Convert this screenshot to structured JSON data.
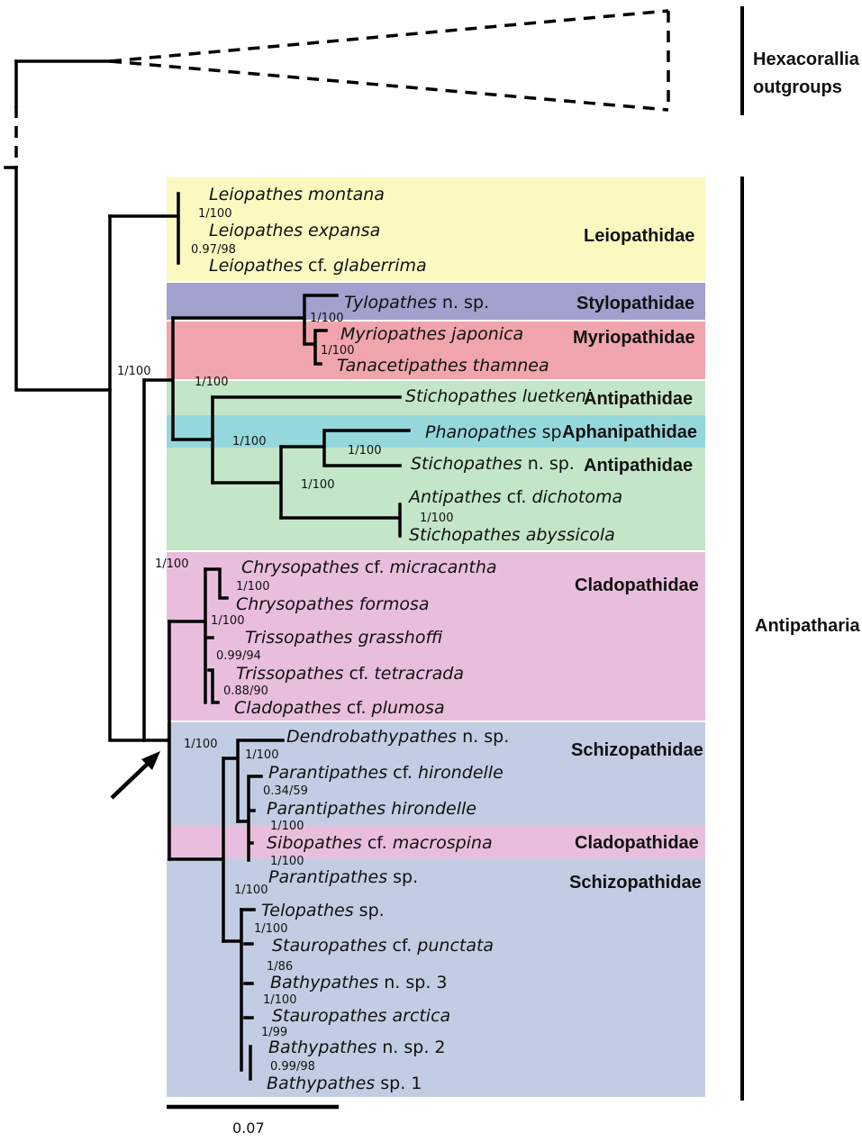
{
  "groups": {
    "outgroup_line1": "Hexacorallia",
    "outgroup_line2": "outgroups",
    "ingroup": "Antipatharia"
  },
  "families": {
    "leiopathidae": "Leiopathidae",
    "stylopathidae": "Stylopathidae",
    "myriopathidae": "Myriopathidae",
    "antipathidae_1": "Antipathidae",
    "aphanipathidae": "Aphanipathidae",
    "antipathidae_2": "Antipathidae",
    "cladopathidae_1": "Cladopathidae",
    "schizopathidae_1": "Schizopathidae",
    "cladopathidae_2": "Cladopathidae",
    "schizopathidae_2": "Schizopathidae"
  },
  "taxa": {
    "leiopathes_montana": "Leiopathes montana",
    "leiopathes_expansa": "Leiopathes expansa",
    "leiopathes_glaberrima_a": "Leiopathes",
    "leiopathes_glaberrima_b": " cf. ",
    "leiopathes_glaberrima_c": "glaberrima",
    "tylopathes_a": "Tylopathes",
    "tylopathes_b": " n. sp.",
    "myriopathes_japonica": "Myriopathes japonica",
    "tanacetipathes_thamnea": "Tanacetipathes thamnea",
    "stichopathes_luetkeni": "Stichopathes luetkeni",
    "phanopathes_a": "Phanopathes",
    "phanopathes_b": " sp.",
    "stichopathes_nsp_a": "Stichopathes",
    "stichopathes_nsp_b": " n. sp.",
    "antipathes_dichotoma_a": "Antipathes",
    "antipathes_dichotoma_b": " cf. ",
    "antipathes_dichotoma_c": "dichotoma",
    "stichopathes_abyssicola": "Stichopathes abyssicola",
    "chrysopathes_micracantha_a": "Chrysopathes",
    "chrysopathes_micracantha_b": " cf. ",
    "chrysopathes_micracantha_c": "micracantha",
    "chrysopathes_formosa": "Chrysopathes formosa",
    "trissopathes_grasshoffi": "Trissopathes grasshoffi",
    "trissopathes_tetracrada_a": "Trissopathes",
    "trissopathes_tetracrada_b": " cf. ",
    "trissopathes_tetracrada_c": "tetracrada",
    "cladopathes_plumosa_a": "Cladopathes",
    "cladopathes_plumosa_b": " cf. ",
    "cladopathes_plumosa_c": "plumosa",
    "dendrobathypathes_a": "Dendrobathypathes",
    "dendrobathypathes_b": " n. sp.",
    "parantipathes_cf_hirondelle_a": "Parantipathes",
    "parantipathes_cf_hirondelle_b": " cf. ",
    "parantipathes_cf_hirondelle_c": "hirondelle",
    "parantipathes_hirondelle": "Parantipathes hirondelle",
    "sibopathes_macrospina_a": "Sibopathes",
    "sibopathes_macrospina_b": " cf. ",
    "sibopathes_macrospina_c": "macrospina",
    "parantipathes_sp_a": "Parantipathes",
    "parantipathes_sp_b": " sp.",
    "telopathes_a": "Telopathes",
    "telopathes_b": " sp.",
    "stauropathes_punctata_a": "Stauropathes",
    "stauropathes_punctata_b": " cf. ",
    "stauropathes_punctata_c": "punctata",
    "bathypathes_nsp3_a": "Bathypathes",
    "bathypathes_nsp3_b": " n. sp. 3",
    "stauropathes_arctica": "Stauropathes arctica",
    "bathypathes_nsp2_a": "Bathypathes",
    "bathypathes_nsp2_b": " n. sp. 2",
    "bathypathes_sp1_a": "Bathypathes",
    "bathypathes_sp1_b": " sp. 1"
  },
  "support": {
    "s_leiopathes_1": "1/100",
    "s_leiopathes_2": "0.97/98",
    "s_stylo_myrio": "1/100",
    "s_myrio": "1/100",
    "s_antipatharia_core": "1/100",
    "s_stylo_anti": "1/100",
    "s_anti_aphani": "1/100",
    "s_phanopathes": "1/100",
    "s_anti_lower": "1/100",
    "s_dichotoma": "1/100",
    "s_clado_schizo": "1/100",
    "s_chrysopathes": "1/100",
    "s_clado_1": "1/100",
    "s_trisso": "0.99/94",
    "s_clado_2": "0.88/90",
    "s_schizo_root": "1/100",
    "s_dendro": "1/100",
    "s_paranti_cf": "0.34/59",
    "s_paranti_h": "1/100",
    "s_sibo": "1/100",
    "s_paranti_sp": "1/100",
    "s_telo": "1/100",
    "s_bathy3": "1/86",
    "s_arctica": "1/100",
    "s_bathy2": "1/99",
    "s_bathy1": "0.99/98"
  },
  "scale_bar": {
    "label": "0.07",
    "value": 0.07
  },
  "colors": {
    "leiopathidae": "#fbf8c0",
    "stylopathidae": "#a2a0cd",
    "myriopathidae": "#f0a5ac",
    "antipathidae": "#c3e6c8",
    "aphanipathidae": "#95d8dc",
    "cladopathidae": "#e9bedd",
    "schizopathidae": "#c2cde3"
  }
}
